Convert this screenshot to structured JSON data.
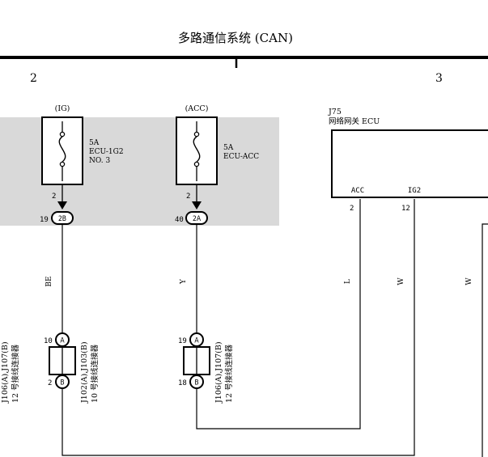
{
  "title": "多路通信系统 (CAN)",
  "sections": {
    "left": "2",
    "right": "3"
  },
  "fuses": [
    {
      "source": "(IG)",
      "rating": "5A",
      "name_1": "ECU-1G2",
      "name_2": "NO. 3",
      "pin": "2"
    },
    {
      "source": "(ACC)",
      "rating": "5A",
      "name_1": "ECU-ACC",
      "name_2": "",
      "pin": "2"
    }
  ],
  "junction_terminals": [
    {
      "pin": "19",
      "code": "2B"
    },
    {
      "pin": "40",
      "code": "2A"
    }
  ],
  "wire_colors": {
    "be": "BE",
    "y": "Y",
    "l": "L",
    "w1": "W",
    "w2": "W"
  },
  "connectors": [
    {
      "label_1": "J106(A),J107(B)",
      "label_2": "12 号接线连接器"
    },
    {
      "pin_a": "10",
      "a": "A",
      "pin_b": "2",
      "b": "B",
      "label_1": "J102(A),J103(B)",
      "label_2": "10 号接线连接器"
    },
    {
      "pin_a": "19",
      "a": "A",
      "pin_b": "18",
      "b": "B",
      "label_1": "J106(A),J107(B)",
      "label_2": "12 号接线连接器"
    }
  ],
  "ecu": {
    "code": "J75",
    "name": "网络网关 ECU",
    "pins": [
      {
        "label": "ACC",
        "num": "2"
      },
      {
        "label": "IG2",
        "num": "12"
      }
    ]
  }
}
